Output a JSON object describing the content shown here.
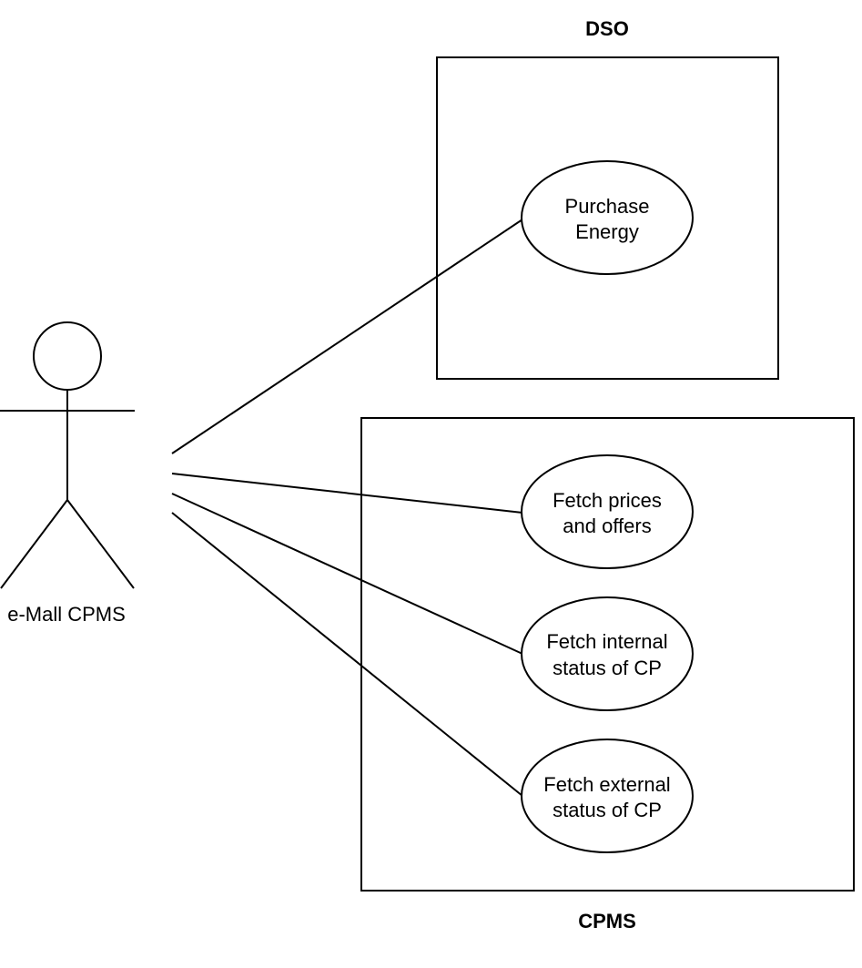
{
  "actor": {
    "label": "e-Mall CPMS"
  },
  "systems": {
    "dso": {
      "title": "DSO",
      "use_cases": [
        {
          "line1": "Purchase",
          "line2": "Energy"
        }
      ]
    },
    "cpms": {
      "title": "CPMS",
      "use_cases": [
        {
          "line1": "Fetch prices",
          "line2": "and offers"
        },
        {
          "line1": "Fetch internal",
          "line2": "status of CP"
        },
        {
          "line1": "Fetch external",
          "line2": "status of CP"
        }
      ]
    }
  }
}
